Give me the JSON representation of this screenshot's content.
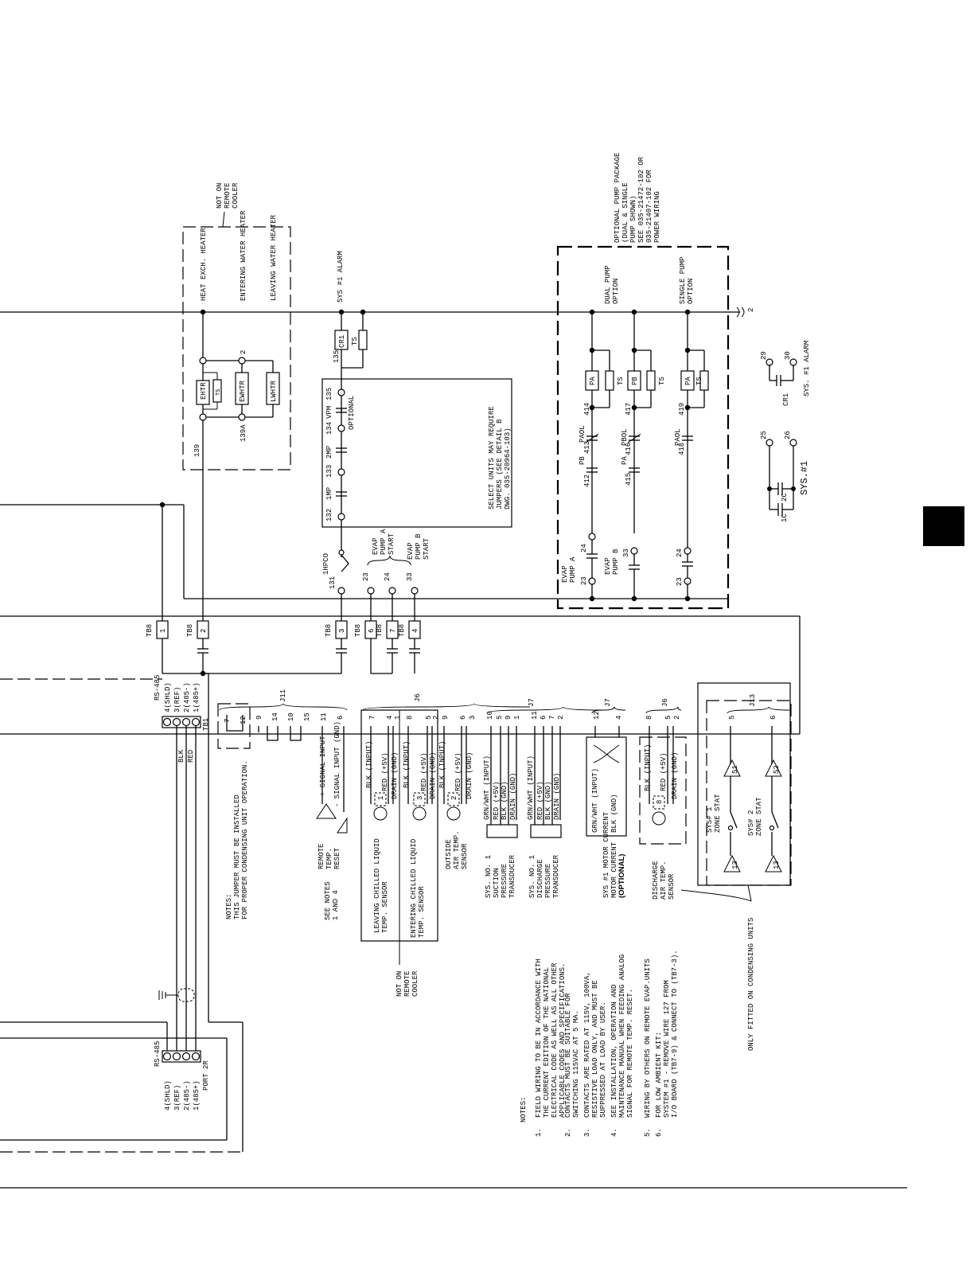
{
  "labels": {
    "not_on_remote_cooler_top": "NOT ON REMOTE COOLER",
    "heat_exch_heater": "HEAT EXCH. HEATER",
    "entering_water_heater": "ENTERING WATER HEATER",
    "leaving_water_heater": "LEAVING WATER HEATER",
    "sys1_alarm_top": "SYS #1 ALARM",
    "optional_pump_package": "OPTIONAL PUMP PACKAGE (DUAL & SINGLE PUMP SHOWN) SEE 035-21472-102 OR 035-21407-102 FOR POWER WIRING",
    "dual_pump_option": "DUAL PUMP OPTION",
    "single_pump_option": "SINGLE PUMP OPTION",
    "select_units_note": "SELECT UNITS MAY REQUIRE JUMPERS (SEE DETAIL B DWG. 035-20964-103)",
    "optional": "OPTIONAL",
    "evap_pump_a_start": "EVAP PUMP A START",
    "evap_pump_b_start": "EVAP PUMP B START",
    "evap_pump_a": "EVAP PUMP A",
    "evap_pump_b": "EVAP PUMP B",
    "sys1_alarm_right": "SYS. #1 ALARM",
    "sys1_right": "SYS.#1",
    "jumper_note": "NOTES: THIS JUMPER MUST BE INSTALLED FOR PROPER CONDENSING UNIT OPERATION.",
    "see_notes": "SEE NOTES 1 AND 4",
    "remote_temp_reset": "REMOTE TEMP. RESET",
    "signal_input": "+ SIGNAL INPUT",
    "signal_input_gnd": "- SIGNAL INPUT (GND)",
    "lclt_sensor": "LEAVING CHILLED LIQUID TEMP. SENSOR",
    "eclt_sensor": "ENTERING CHILLED LIQUID TEMP. SENSOR",
    "oat_sensor": "OUTSIDE AIR TEMP. SENSOR",
    "not_on_remote_cooler_bottom": "NOT ON REMOTE COOLER",
    "suction_transducer": "SYS. NO. 1 SUCTION PRESSURE TRANSDUCER",
    "discharge_transducer": "SYS. NO. 1 DISCHARGE PRESSURE TRANSDUCER",
    "motor_current": "SYS #1 MOTOR CURRENT",
    "motor_current_opt": "(OPTIONAL)",
    "discharge_air_sensor": "DISCHARGE AIR TEMP. SENSOR",
    "zone_stat_1": "SYS# 1 ZONE STAT",
    "zone_stat_2": "SYS# 2 ZONE STAT",
    "only_fitted": "ONLY FITTED ON CONDENSING UNITS",
    "rs485_top": "RS-485",
    "rs485_bottom": "RS-485",
    "tb1": "TB1",
    "port2r": "PORT 2R",
    "blk": "BLK",
    "red": "RED"
  },
  "rs485_pins": [
    "4(SHLD)",
    "3(REF)",
    "2(485-)",
    "1(485+)"
  ],
  "wires": {
    "grn_wht_input": "GRN/WHT (INPUT)",
    "red_5v": "RED (+5V)",
    "blk_gnd": "BLK (GND)",
    "drain_gnd": "DRAIN (GND)",
    "blk_input": "BLK (INPUT)",
    "grn_wht_input_b": "GRN/WHT (INPUT)"
  },
  "notes": {
    "header": "NOTES:",
    "items": [
      {
        "num": "1.",
        "text": "FIELD WIRING TO BE IN ACCORDANCE WITH THE CURRENT EDITION OF THE NATIONAL ELECTRICAL CODE AS WELL AS ALL OTHER APPLICABLE CODES AND SPECIFICATIONS."
      },
      {
        "num": "2.",
        "text": "CONTACTS MUST BE SUITABLE FOR SWITCHING 115VAC AT 5 MA."
      },
      {
        "num": "3.",
        "text": "CONTACTS ARE RATED AT 115V, 100VA, RESISTIVE LOAD ONLY, AND MUST BE SUPPRESSED AT LOAD BY USER."
      },
      {
        "num": "4.",
        "text": "SEE INSTALLATION, OPERATION AND MAINTENANCE MANUAL WHEN FEEDING ANALOG SIGNAL FOR REMOTE TEMP. RESET."
      },
      {
        "num": "5.",
        "text": "WIRING BY OTHERS ON REMOTE EVAP.UNITS"
      },
      {
        "num": "6.",
        "text": "FOR LOW AMBIENT KIT: SYSTEM #1 - REMOVE WIRE 127 FROM I/O BOARD (TB7-9) & CONNECT TO (TB7-3)."
      }
    ]
  },
  "components": {
    "ehtr": "EHTR",
    "ewhtr": "EWHTR",
    "lwhtr": "LWHTR",
    "ts": "TS",
    "cr1": "CR1",
    "pa": "PA",
    "pb": "PB",
    "paol": "PAOL",
    "pbol": "PBOL",
    "ihpco": "1HPCO",
    "imp": "1MP",
    "imp2": "2MP",
    "vpm": "VPM",
    "tb8": "TB8",
    "s1": "S1",
    "s2": "S2",
    "n13": "13"
  },
  "wire_numbers": {
    "w139": "139",
    "w139a": "139A",
    "w2": "2",
    "w135": "135",
    "w132": "132",
    "w133": "133",
    "w134": "134",
    "w131": "131",
    "w23": "23",
    "w24": "24",
    "w33": "33",
    "w412": "412",
    "w413": "413",
    "w414": "414",
    "w415": "415",
    "w416": "416",
    "w417": "417",
    "w418": "418",
    "w419": "419",
    "w29": "29",
    "w30": "30",
    "w25": "25",
    "w26": "26",
    "w1c": "1C",
    "w2c": "2C"
  },
  "tb8_terms": [
    "1",
    "2",
    "3",
    "6",
    "7",
    "4"
  ],
  "j11": {
    "label": "J11",
    "pins": [
      "7",
      "12",
      "9",
      "14",
      "10",
      "15",
      "11",
      "6"
    ]
  },
  "j6a": {
    "label": "J6",
    "pins": [
      "7",
      "4",
      "1",
      "8",
      "5",
      "2",
      "9",
      "6",
      "3"
    ]
  },
  "j7a": {
    "label": "J7",
    "pins": [
      "10",
      "5",
      "9",
      "1",
      "11",
      "6",
      "7",
      "2"
    ]
  },
  "j7b": {
    "label": "J7",
    "pins": [
      "12",
      "4"
    ]
  },
  "j6b": {
    "label": "J6",
    "pins": [
      "8",
      "5",
      "2"
    ]
  },
  "j13": {
    "label": "J13",
    "pins": [
      "5",
      "6"
    ]
  }
}
